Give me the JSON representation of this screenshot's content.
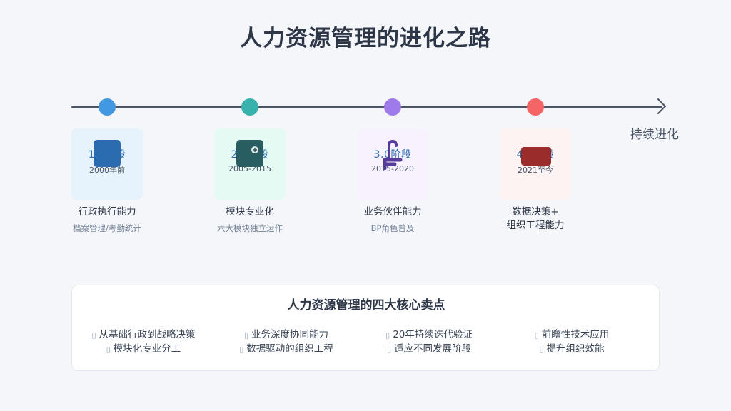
{
  "title": "人力资源管理的进化之路",
  "timeline": {
    "end_label": "持续进化",
    "stages": [
      {
        "name": "1.0阶段",
        "period": "2000年前",
        "ability": "行政执行能力",
        "desc": "档案管理/考勤统计",
        "dot_color": "#4299e1",
        "card_color": "#e6f3fd",
        "icon": "document-icon",
        "icon_color": "#2b6cb0"
      },
      {
        "name": "2.0阶段",
        "period": "2005-2015",
        "ability": "模块专业化",
        "desc": "六大模块独立运作",
        "dot_color": "#38b2ac",
        "card_color": "#e6faf4",
        "icon": "module-icon",
        "icon_color": "#285e61"
      },
      {
        "name": "3.0阶段",
        "period": "2015-2020",
        "ability": "业务伙伴能力",
        "desc": "BP角色普及",
        "dot_color": "#9f7aea",
        "card_color": "#f7f2fd",
        "icon": "handshake-icon",
        "icon_color": "#553c9a"
      },
      {
        "name": "4.0阶段",
        "period": "2021至今",
        "ability": "数据决策+\n组织工程能力",
        "desc": "",
        "dot_color": "#f56565",
        "card_color": "#fdf3f2",
        "icon": "data-icon",
        "icon_color": "#9b2c2c"
      }
    ]
  },
  "panel": {
    "title": "人力资源管理的四大核心卖点",
    "points": [
      [
        "从基础行政到战略决策",
        "模块化专业分工"
      ],
      [
        "业务深度协同能力",
        "数据驱动的组织工程"
      ],
      [
        "20年持续迭代验证",
        "适应不同发展阶段"
      ],
      [
        "前瞻性技术应用",
        "提升组织效能"
      ]
    ]
  }
}
